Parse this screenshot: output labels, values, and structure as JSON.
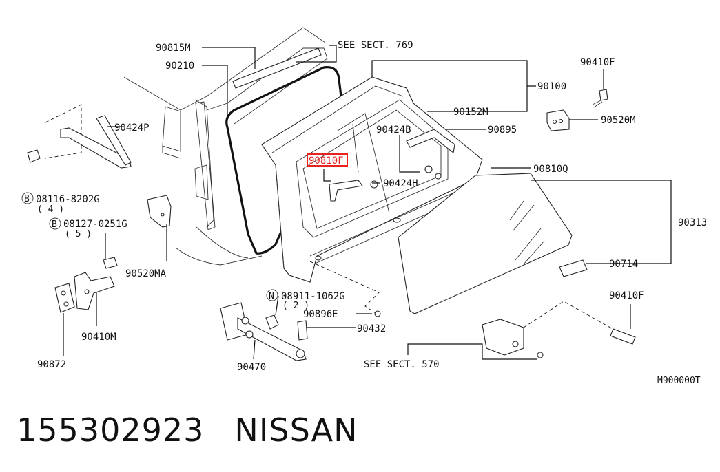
{
  "diagram": {
    "labels": {
      "p90815M": "90815M",
      "p90210": "90210",
      "see769": "SEE SECT. 769",
      "p90410F_top": "90410F",
      "p90100": "90100",
      "p90520M": "90520M",
      "p90152M": "90152M",
      "p90424B": "90424B",
      "p90895": "90895",
      "p90424P": "90424P",
      "p90810_highlight": "90810F",
      "p90810Q": "90810Q",
      "p90424H": "90424H",
      "p08116": "08116-8202G",
      "p08116_qty": "( 4 )",
      "p08127": "08127-0251G",
      "p08127_qty": "( 5 )",
      "p90313": "90313",
      "p90714": "90714",
      "p90520MA": "90520MA",
      "p90410F_bot": "90410F",
      "p08911": "08911-1062G",
      "p08911_qty": "( 2 )",
      "p90896E": "90896E",
      "p90432": "90432",
      "p90410M": "90410M",
      "p90872": "90872",
      "see570": "SEE SECT. 570",
      "p90470": "90470",
      "code": "M900000T"
    },
    "badges": {
      "b": "B",
      "n": "N"
    },
    "highlight_color": "#e8231e"
  },
  "footer": {
    "part_number": "155302923",
    "brand": "NISSAN"
  }
}
